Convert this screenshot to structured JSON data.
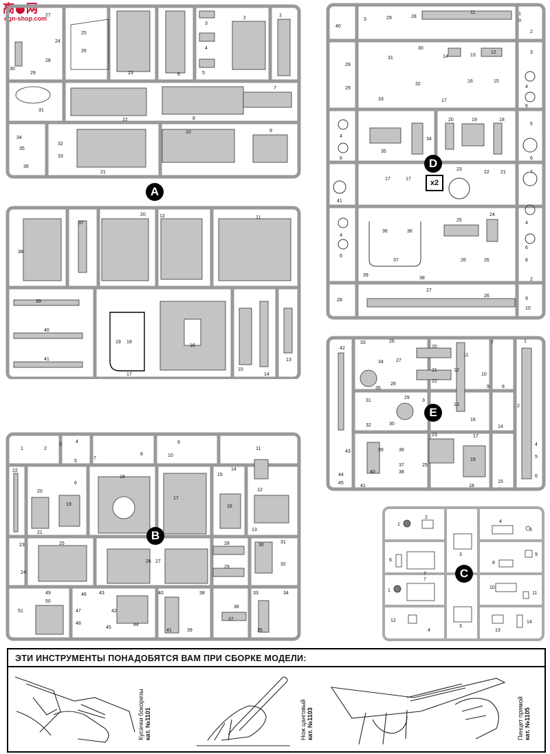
{
  "logo": {
    "brand": "高●网",
    "url": "ngn-shop.com"
  },
  "sprues": {
    "A": {
      "letter": "A",
      "labels": [
        "27",
        "25",
        "24",
        "26",
        "28",
        "30",
        "29",
        "23",
        "6",
        "3",
        "4",
        "5",
        "2",
        "1",
        "31",
        "22",
        "8",
        "7",
        "34",
        "35",
        "36",
        "32",
        "33",
        "21",
        "10",
        "9",
        "38",
        "37",
        "20",
        "12",
        "11",
        "39",
        "40",
        "41",
        "19",
        "18",
        "17",
        "16",
        "15",
        "14",
        "13"
      ]
    },
    "B": {
      "letter": "B",
      "labels": [
        "1",
        "2",
        "3",
        "4",
        "5",
        "6",
        "7",
        "8",
        "9",
        "10",
        "11",
        "22",
        "20",
        "21",
        "19",
        "18",
        "17",
        "15",
        "14",
        "16",
        "12",
        "13",
        "23",
        "24",
        "25",
        "26",
        "27",
        "28",
        "29",
        "30",
        "31",
        "32",
        "49",
        "50",
        "51",
        "46",
        "47",
        "48",
        "43",
        "42",
        "45",
        "44",
        "40",
        "41",
        "39",
        "38",
        "36",
        "37",
        "33",
        "34",
        "35"
      ]
    },
    "C": {
      "letter": "C",
      "labels": [
        "1",
        "2",
        "3",
        "4",
        "5",
        "6",
        "7",
        "8",
        "9",
        "10",
        "11",
        "1",
        "7",
        "3",
        "12",
        "4",
        "13",
        "14"
      ]
    },
    "D": {
      "letter": "D",
      "multiplier": "x2",
      "labels": [
        "40",
        "3",
        "29",
        "28",
        "11",
        "1",
        "0",
        "2",
        "29",
        "31",
        "30",
        "14",
        "13",
        "12",
        "3",
        "29",
        "33",
        "32",
        "17",
        "16",
        "15",
        "4",
        "6",
        "4",
        "6",
        "35",
        "34",
        "20",
        "19",
        "18",
        "5",
        "6",
        "17",
        "17",
        "22",
        "21",
        "23",
        "41",
        "7",
        "4",
        "6",
        "25",
        "24",
        "36",
        "36",
        "37",
        "26",
        "26",
        "39",
        "38",
        "28",
        "27",
        "26",
        "8",
        "2",
        "9",
        "10",
        "4",
        "6"
      ]
    },
    "E": {
      "letter": "E",
      "labels": [
        "42",
        "33",
        "26",
        "20",
        "11",
        "7",
        "1",
        "34",
        "27",
        "35",
        "28",
        "21",
        "22",
        "12",
        "10",
        "8",
        "29",
        "31",
        "30",
        "32",
        "3",
        "2",
        "13",
        "9",
        "16",
        "14",
        "17",
        "15",
        "39",
        "36",
        "23",
        "25",
        "19",
        "40",
        "37",
        "38",
        "18",
        "43",
        "44",
        "45",
        "41",
        "4",
        "5",
        "6"
      ]
    }
  },
  "tools": {
    "title": "ЭТИ ИНСТРУМЕНТЫ ПОНАДОБЯТСЯ ВАМ ПРИ СБОРКЕ МОДЕЛИ:",
    "items": [
      {
        "name": "Кусачки бокорезы",
        "cat": "кат. №1101"
      },
      {
        "name": "Нож цанговый",
        "cat": "кат. №1103"
      },
      {
        "name": "Пинцет прямой",
        "cat": "кат. №1105"
      }
    ]
  },
  "colors": {
    "frame": "#d8d8d8",
    "part": "#bdbdbd",
    "ink": "#111111",
    "logo": "#c8102e"
  }
}
